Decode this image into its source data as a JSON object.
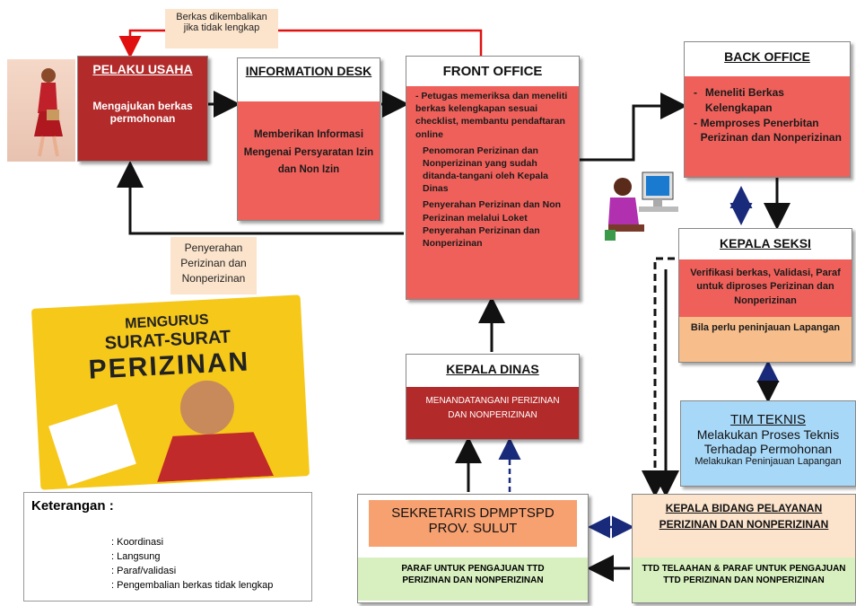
{
  "return_note": "Berkas dikembalikan jika tidak lengkap",
  "pelaku_usaha": {
    "title": "PELAKU USAHA",
    "body": "Mengajukan berkas permohonan"
  },
  "information_desk": {
    "title": "INFORMATION DESK",
    "body": "Memberikan Informasi Mengenai Persyaratan Izin dan Non Izin"
  },
  "front_office": {
    "title": "FRONT OFFICE",
    "items": [
      "- Petugas memeriksa dan meneliti berkas kelengkapan sesuai checklist, membantu pendaftaran online",
      "Penomoran Perizinan dan Nonperizinan yang sudah ditanda-tangani oleh Kepala Dinas",
      "Penyerahan Perizinan dan Non Perizinan melalui Loket Penyerahan Perizinan dan Nonperizinan"
    ]
  },
  "back_office": {
    "title": "BACK OFFICE",
    "items": [
      "Meneliti Berkas Kelengkapan",
      "Memproses Penerbitan Perizinan dan Nonperizinan"
    ]
  },
  "kepala_seksi": {
    "title": "KEPALA SEKSI",
    "body": "Verifikasi berkas, Validasi, Paraf untuk diproses Perizinan dan Nonperizinan",
    "note": "Bila perlu peninjauan Lapangan"
  },
  "penyerahan": "Penyerahan Perizinan dan Nonperizinan",
  "kepala_dinas": {
    "title": "KEPALA DINAS",
    "body": "MENANDATANGANI PERIZINAN DAN NONPERIZINAN"
  },
  "tim_teknis": {
    "title": "TIM TEKNIS",
    "line1": "Melakukan Proses Teknis",
    "line2": "Terhadap Permohonan",
    "line3": "Melakukan Peninjauan Lapangan"
  },
  "sekretaris": {
    "title": "SEKRETARIS DPMPTSPD PROV. SULUT",
    "body": "PARAF UNTUK PENGAJUAN TTD PERIZINAN DAN NONPERIZINAN"
  },
  "kepala_bidang": {
    "title": "KEPALA BIDANG PELAYANAN PERIZINAN DAN NONPERIZINAN",
    "body": "TTD TELAAHAN & PARAF UNTUK PENGAJUAN TTD PERIZINAN DAN NONPERIZINAN"
  },
  "book": {
    "line1": "MENGURUS",
    "line2": "SURAT-SURAT",
    "line3": "PERIZINAN"
  },
  "legend": {
    "title": "Keterangan :",
    "items": [
      ": Koordinasi",
      ": Langsung",
      ": Paraf/validasi",
      ": Pengembalian berkas tidak lengkap"
    ]
  },
  "colors": {
    "red_box": "#f0605a",
    "dark_red": "#b22a2a",
    "green": "#d8f0c0",
    "blue": "#a8d8f8",
    "orange": "#f7be8c",
    "peach": "#fce4cc"
  }
}
